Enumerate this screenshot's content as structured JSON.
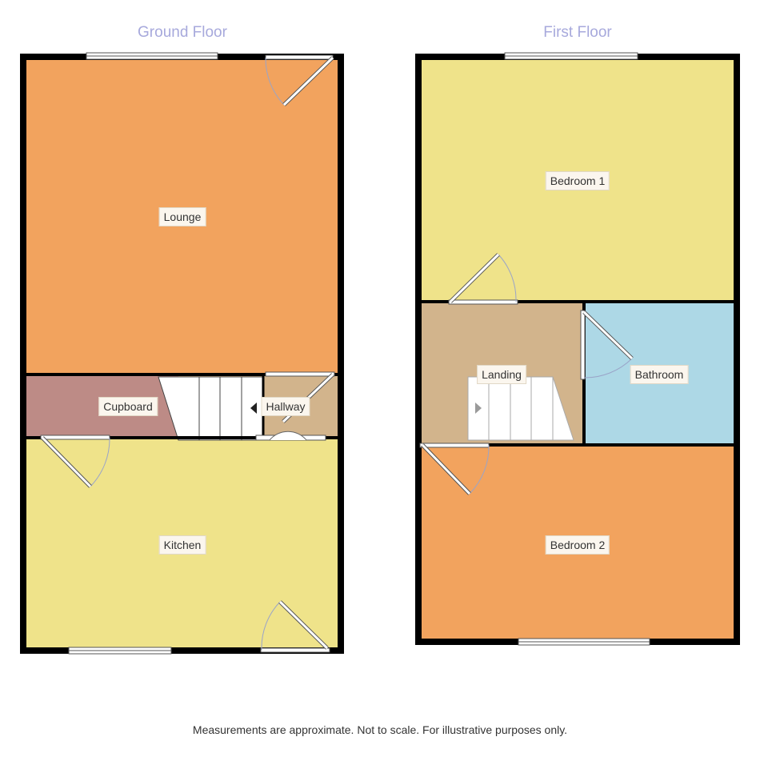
{
  "floors": [
    {
      "title": "Ground Floor",
      "rooms": [
        {
          "name": "Lounge",
          "color": "#f2a35e"
        },
        {
          "name": "Cupboard",
          "color": "#bd8b86"
        },
        {
          "name": "Hallway",
          "color": "#d2b48c"
        },
        {
          "name": "Kitchen",
          "color": "#efe38a"
        }
      ]
    },
    {
      "title": "First Floor",
      "rooms": [
        {
          "name": "Bedroom 1",
          "color": "#efe38a"
        },
        {
          "name": "Landing",
          "color": "#d2b48c"
        },
        {
          "name": "Bathroom",
          "color": "#add8e6"
        },
        {
          "name": "Bedroom 2",
          "color": "#f2a35e"
        }
      ]
    }
  ],
  "footer": "Measurements are approximate. Not to scale. For illustrative purposes only.",
  "colors": {
    "wall": "#000000",
    "title": "#a7a9dc",
    "label_bg": "#fbf6ee",
    "door_arc": "#9aa4c8"
  }
}
